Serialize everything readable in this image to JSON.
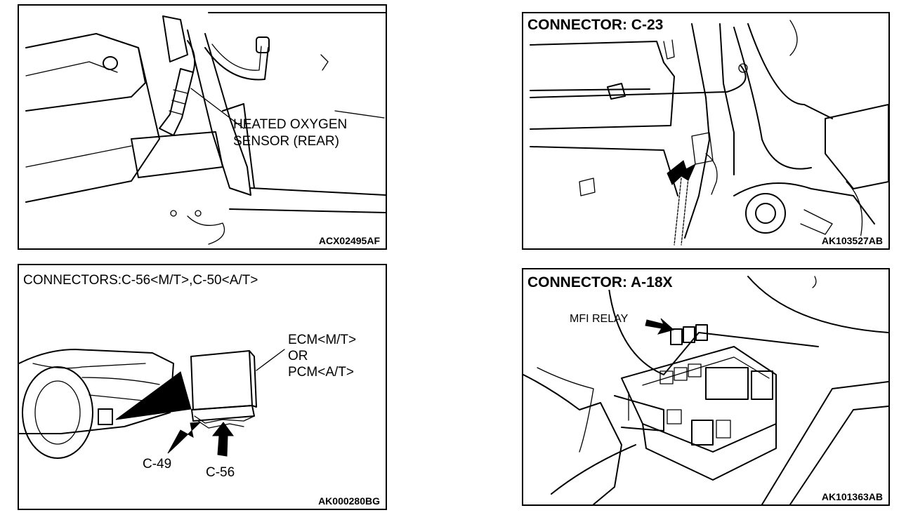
{
  "panels": {
    "oxygen_sensor": {
      "label": "HEATED OXYGEN\nSENSOR (REAR)",
      "label_line1": "HEATED OXYGEN",
      "label_line2": "SENSOR (REAR)",
      "code": "ACX02495AF"
    },
    "connector_c23": {
      "header": "CONNECTOR: C-23",
      "code": "AK103527AB"
    },
    "connectors_c56_c50": {
      "header": "CONNECTORS:C-56<M/T>,C-50<A/T>",
      "ecm_line1": "ECM<M/T>",
      "ecm_line2": "OR",
      "ecm_line3": "PCM<A/T>",
      "connector_left": "C-49",
      "connector_right": "C-56",
      "code": "AK000280BG"
    },
    "connector_a18x": {
      "header": "CONNECTOR: A-18X",
      "relay_label": "MFI RELAY",
      "code": "AK101363AB"
    }
  }
}
